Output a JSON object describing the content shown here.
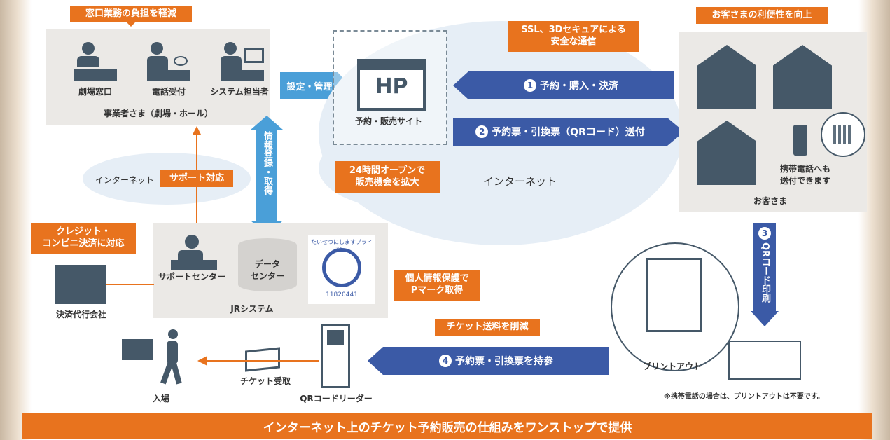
{
  "colors": {
    "orange": "#e8731e",
    "blue": "#3b5aa6",
    "lightblue": "#4a9fd8",
    "panel": "#ebe9e6",
    "cloud": "#e6eef6",
    "figure": "#455868"
  },
  "operator": {
    "tag": "窓口業務の負担を軽減",
    "roles": [
      "劇場窓口",
      "電話受付",
      "システム担当者"
    ],
    "caption": "事業者さま（劇場・ホール）"
  },
  "settings_arrow": "設定・管理",
  "hp": {
    "logo": "HP",
    "caption": "予約・販売サイト"
  },
  "ssl_tag": "SSL、3Dセキュアによる\n安全な通信",
  "flow1": {
    "num": "1",
    "label": "予約・購入・決済"
  },
  "flow2": {
    "num": "2",
    "label": "予約票・引換票（QRコード）送付"
  },
  "flow3": {
    "num": "3",
    "label": "QRコード印刷"
  },
  "flow4": {
    "num": "4",
    "label": "予約票・引換票を持参"
  },
  "customer": {
    "tag": "お客さまの利便性を向上",
    "mobile_note": "携帯電話へも\n送付できます",
    "caption": "お客さま"
  },
  "open_tag": "24時間オープンで\n販売機会を拡大",
  "internet_main": "インターネット",
  "internet_left": "インターネット",
  "support_tag": "サポート対応",
  "info_arrow": "情報登録・取得",
  "jr": {
    "support_center": "サポートセンター",
    "data_center": "データ\nセンター",
    "caption": "JRシステム"
  },
  "pmark": {
    "text": "たいせつにしますプライバシー",
    "number": "11820441"
  },
  "pmark_tag": "個人情報保護で\nPマーク取得",
  "payment": {
    "tag": "クレジット・\nコンビニ決済に対応",
    "caption": "決済代行会社"
  },
  "print": {
    "caption": "プリントアウト",
    "note": "※携帯電話の場合は、プリントアウトは不要です。"
  },
  "fee_tag": "チケット送料を削減",
  "reader": "QRコードリーダー",
  "ticket_receive": "チケット受取",
  "entry": "入場",
  "banner": "インターネット上のチケット予約販売の仕組みをワンストップで提供"
}
